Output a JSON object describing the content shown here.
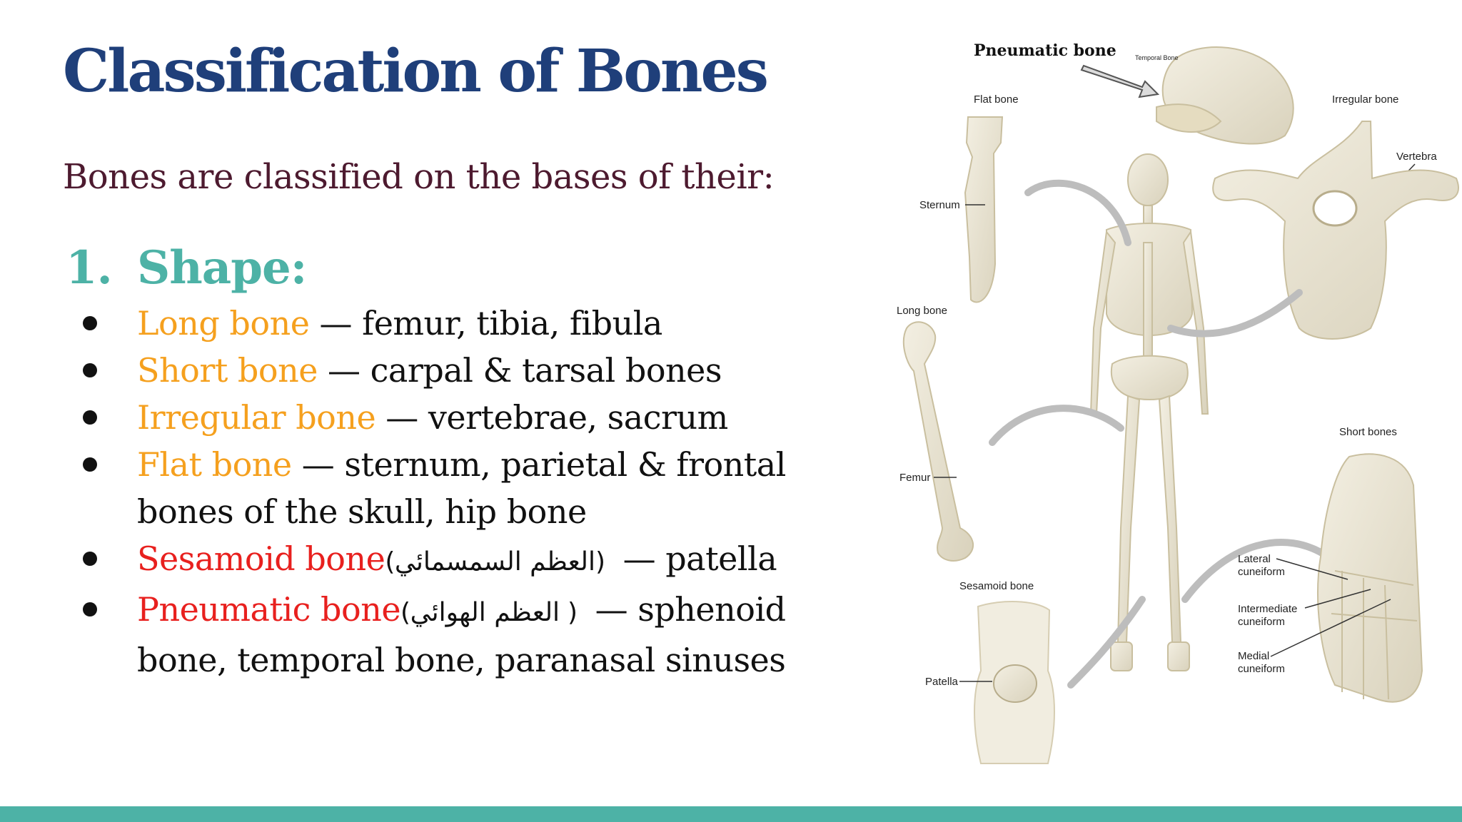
{
  "slide": {
    "title": "Classification of Bones",
    "intro": "Bones are classified on the bases of their:",
    "section_number": "1.",
    "section_title": "Shape:",
    "items": [
      {
        "name": "Long bone",
        "desc": " — femur, tibia, fibula",
        "arabic": ""
      },
      {
        "name": "Short bone",
        "desc": " — carpal & tarsal bones",
        "arabic": ""
      },
      {
        "name": "Irregular bone",
        "desc": " — vertebrae, sacrum",
        "arabic": ""
      },
      {
        "name": "Flat bone",
        "desc": " — sternum, parietal & frontal bones of the skull, hip bone",
        "arabic": ""
      },
      {
        "name": "Sesamoid bone",
        "arabic": " (العظم السمسمائي)",
        "desc": " — patella"
      },
      {
        "name": "Pneumatic bone",
        "arabic": " ( العظم الهوائي)",
        "desc": " —  sphenoid bone, temporal bone, paranasal sinuses"
      }
    ]
  },
  "figure": {
    "labels": {
      "pneumatic": "Pneumatic bone",
      "temporal": "Temporal Bone",
      "flat": "Flat bone",
      "irregular": "Irregular bone",
      "vertebra": "Vertebra",
      "sternum": "Sternum",
      "long": "Long bone",
      "femur": "Femur",
      "short": "Short bones",
      "sesamoid": "Sesamoid bone",
      "patella": "Patella",
      "lateral": "Lateral",
      "lateral2": "cuneiform",
      "intermediate": "Intermediate",
      "intermediate2": "cuneiform",
      "medial": "Medial",
      "medial2": "cuneiform"
    }
  },
  "colors": {
    "title": "#1f3f7a",
    "intro": "#4d1a2f",
    "section": "#4db2a6",
    "category_orange": "#f5a01e",
    "category_red": "#e8201e",
    "footer_bar": "#4db2a6",
    "bone": "#e8e2cf"
  }
}
